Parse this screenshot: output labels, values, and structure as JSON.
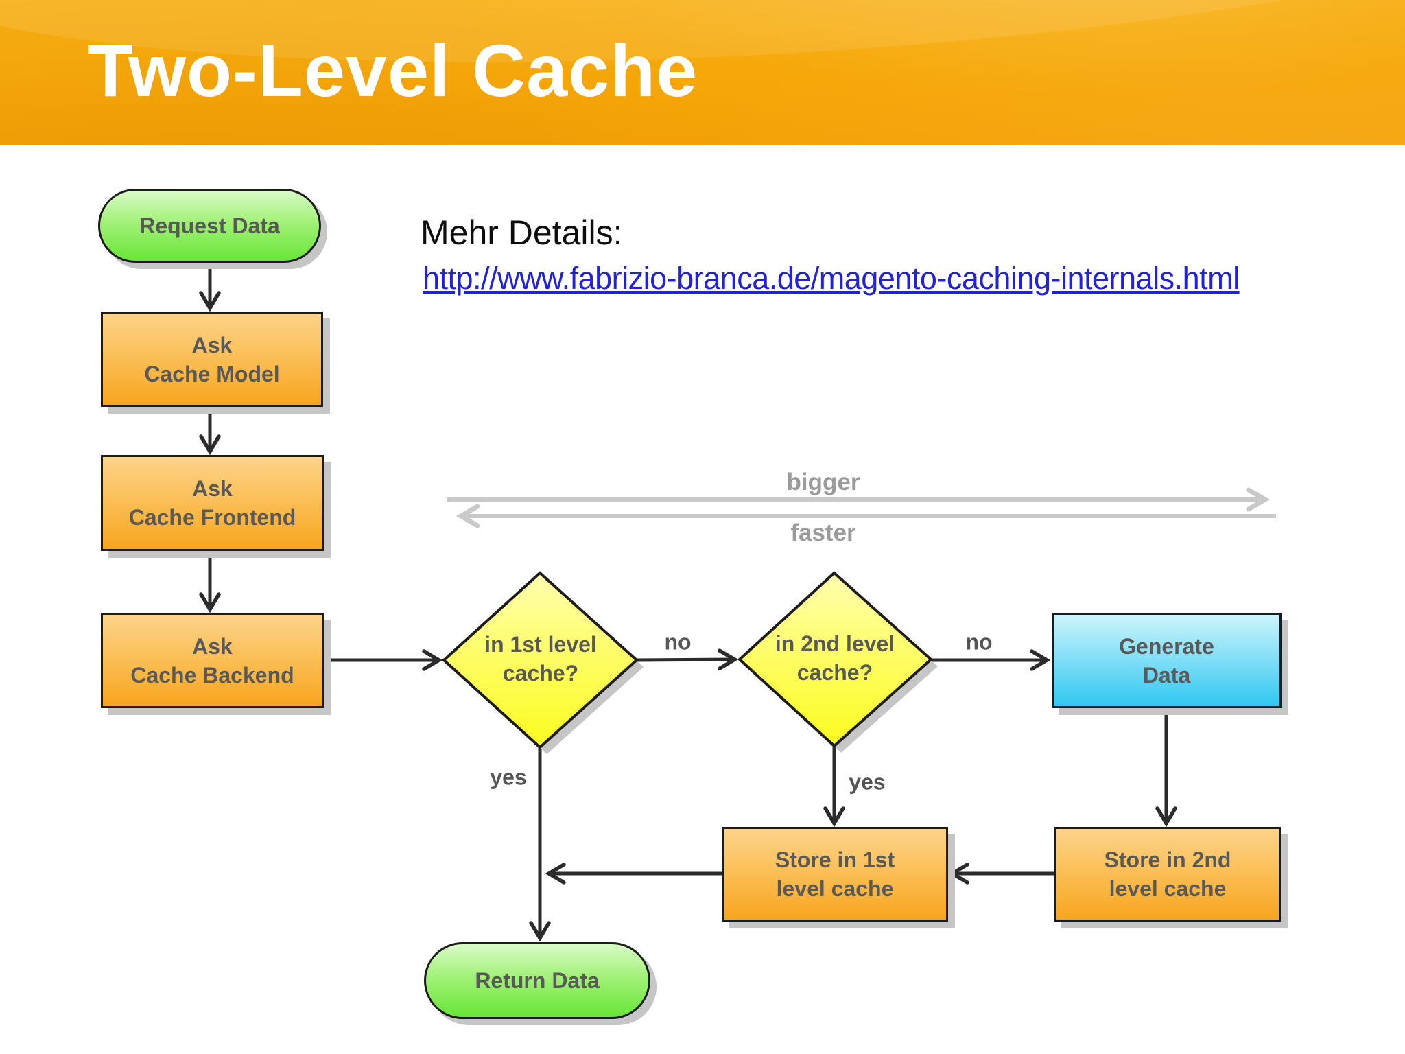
{
  "slide": {
    "title": "Two-Level Cache"
  },
  "details": {
    "label": "Mehr Details:",
    "link": "http://www.fabrizio-branca.de/magento-caching-internals.html"
  },
  "flowchart": {
    "nodes": {
      "request_data": {
        "lines": [
          "Request Data"
        ]
      },
      "ask_cache_model": {
        "lines": [
          "Ask",
          "Cache Model"
        ]
      },
      "ask_cache_frontend": {
        "lines": [
          "Ask",
          "Cache Frontend"
        ]
      },
      "ask_cache_backend": {
        "lines": [
          "Ask",
          "Cache Backend"
        ]
      },
      "in_1st_level_cache": {
        "lines": [
          "in 1st level",
          "cache?"
        ]
      },
      "in_2nd_level_cache": {
        "lines": [
          "in 2nd level",
          "cache?"
        ]
      },
      "generate_data": {
        "lines": [
          "Generate",
          "Data"
        ]
      },
      "store_in_1st": {
        "lines": [
          "Store in 1st",
          "level cache"
        ]
      },
      "store_in_2nd": {
        "lines": [
          "Store in 2nd",
          "level cache"
        ]
      },
      "return_data": {
        "lines": [
          "Return Data"
        ]
      }
    },
    "edge_labels": {
      "no_1": "no",
      "no_2": "no",
      "yes_1": "yes",
      "yes_2": "yes"
    },
    "scale_labels": {
      "bigger": "bigger",
      "faster": "faster"
    },
    "colors": {
      "header_orange": "#F6A708",
      "process_fill_top": "#FDD38A",
      "process_fill_bottom": "#F8A51E",
      "terminator_fill_top": "#D9FBC8",
      "terminator_fill_bottom": "#68E637",
      "decision_fill_top": "#FFFFB0",
      "decision_fill_bottom": "#FCFC1F",
      "generate_fill_top": "#CDF4FC",
      "generate_fill_bottom": "#2FC8EF",
      "connector": "#2B2B2B",
      "scale_arrow_gray": "#C9C9C9",
      "node_text": "#595959",
      "link_blue": "#2121DC"
    }
  }
}
